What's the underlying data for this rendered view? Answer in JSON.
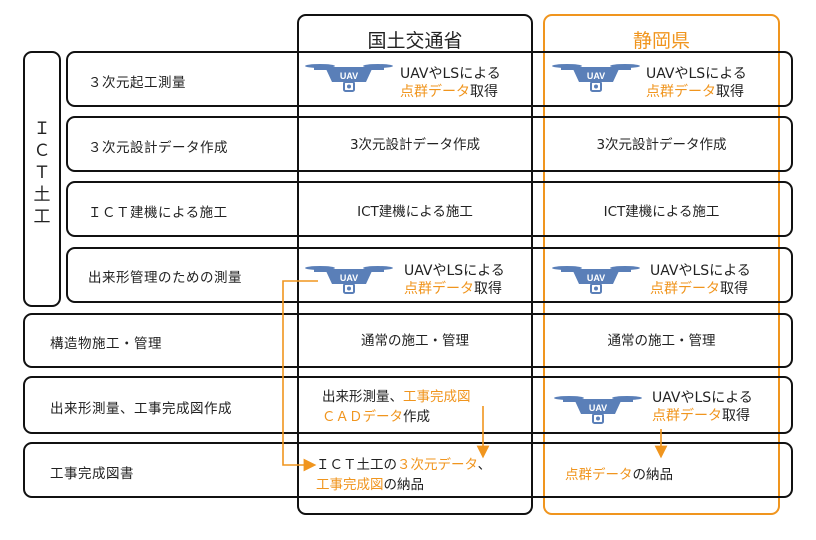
{
  "colors": {
    "accent": "#f0951e",
    "drone": "#5a7fb8",
    "border": "#111111"
  },
  "headers": {
    "mlit": "国土交通省",
    "shizuoka": "静岡県"
  },
  "ict_label": [
    "Ｉ",
    "Ｃ",
    "Ｔ",
    "土",
    "工"
  ],
  "rows": [
    {
      "label": "３次元起工測量"
    },
    {
      "label": "３次元設計データ作成"
    },
    {
      "label": "ＩＣＴ建機による施工"
    },
    {
      "label": "出来形管理のための測量"
    },
    {
      "label": "構造物施工・管理"
    },
    {
      "label": "出来形測量、工事完成図作成"
    },
    {
      "label": "工事完成図書"
    }
  ],
  "drone_label": "UAV",
  "uav_line1": "UAVやLSによる",
  "uav_line2_orange": "点群データ",
  "uav_line2_suffix": "取得",
  "design_data": "3次元設計データ作成",
  "ict_construction": "ICT建機による施工",
  "normal_construction": "通常の施工・管理",
  "mlit_row6": {
    "l1_black": "出来形測量、",
    "l1_orange": "工事完成図",
    "l2_orange": "ＣＡＤデータ",
    "l2_black": "作成"
  },
  "mlit_row7": {
    "l1_black": "ＩＣＴ土工の",
    "l1_orange": "３次元データ",
    "l1_tail": "、",
    "l2_orange": "工事完成図",
    "l2_black": "の納品"
  },
  "shizuoka_row7": {
    "orange": "点群データ",
    "black": "の納品"
  }
}
